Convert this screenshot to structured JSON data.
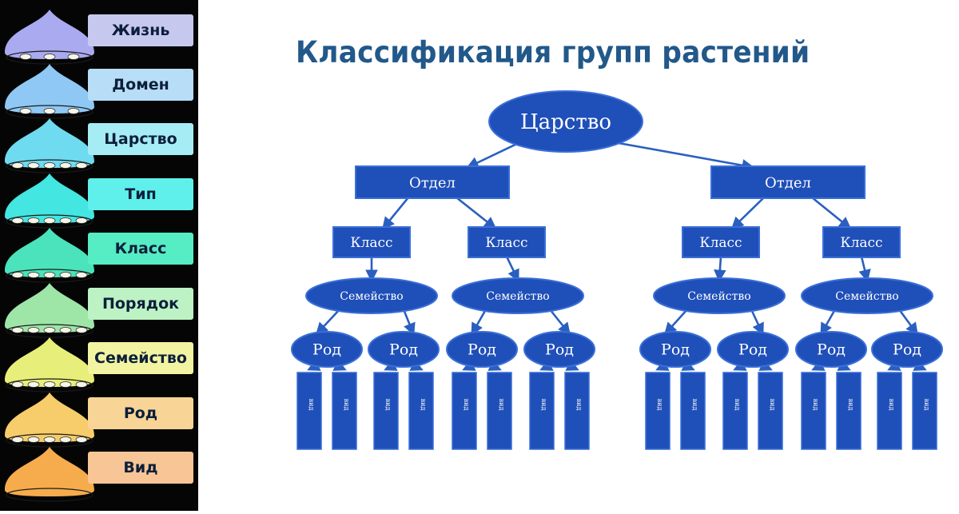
{
  "ranks": [
    {
      "label": "Жизнь",
      "color": "#aaaaf0",
      "box": "#c6c8ee"
    },
    {
      "label": "Домен",
      "color": "#8fc8f4",
      "box": "#b8ddf6"
    },
    {
      "label": "Царство",
      "color": "#6fdbf0",
      "box": "#a6ecf4"
    },
    {
      "label": "Тип",
      "color": "#43e6e0",
      "box": "#5ff0ec"
    },
    {
      "label": "Класс",
      "color": "#4ae3bb",
      "box": "#56ecc4"
    },
    {
      "label": "Порядок",
      "color": "#9ee6a8",
      "box": "#bdf2c4"
    },
    {
      "label": "Семейство",
      "color": "#e8ee7a",
      "box": "#f2f4a2"
    },
    {
      "label": "Род",
      "color": "#f7cc6a",
      "box": "#f8d596"
    },
    {
      "label": "Вид",
      "color": "#f6ac4c",
      "box": "#f8c696"
    }
  ],
  "title": "Классификация групп растений",
  "tree": {
    "root": "Царство",
    "divisions": [
      {
        "label": "Отдел",
        "classes": [
          {
            "label": "Класс",
            "family": "Семейство",
            "genera": [
              "Род",
              "Род"
            ]
          },
          {
            "label": "Класс",
            "family": "Семейство",
            "genera": [
              "Род",
              "Род"
            ]
          }
        ]
      },
      {
        "label": "Отдел",
        "classes": [
          {
            "label": "Класс",
            "family": "Семейство",
            "genera": [
              "Род",
              "Род"
            ]
          },
          {
            "label": "Класс",
            "family": "Семейство",
            "genera": [
              "Род",
              "Род"
            ]
          }
        ]
      }
    ],
    "species_label": "вид"
  },
  "colors": {
    "node_fill": "#1f4fb8",
    "node_stroke": "#3a6fd8",
    "arrow": "#2a5fc0",
    "title": "#22588a"
  }
}
